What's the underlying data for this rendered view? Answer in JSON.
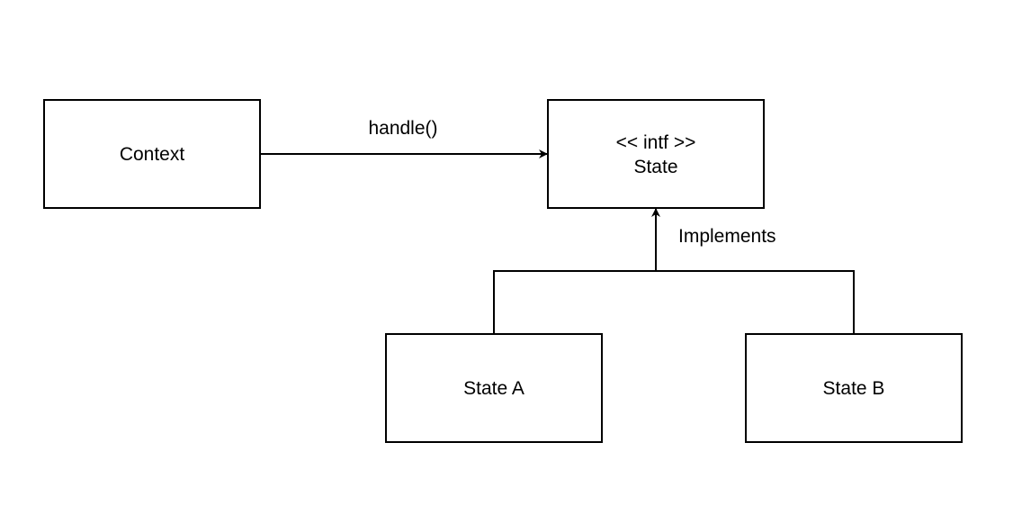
{
  "diagram": {
    "nodes": {
      "context": {
        "label": "Context"
      },
      "state": {
        "stereotype": "<< intf >>",
        "label": "State"
      },
      "state_a": {
        "label": "State A"
      },
      "state_b": {
        "label": "State B"
      }
    },
    "edges": {
      "handle": {
        "label": "handle()"
      },
      "implements": {
        "label": "Implements"
      }
    }
  }
}
